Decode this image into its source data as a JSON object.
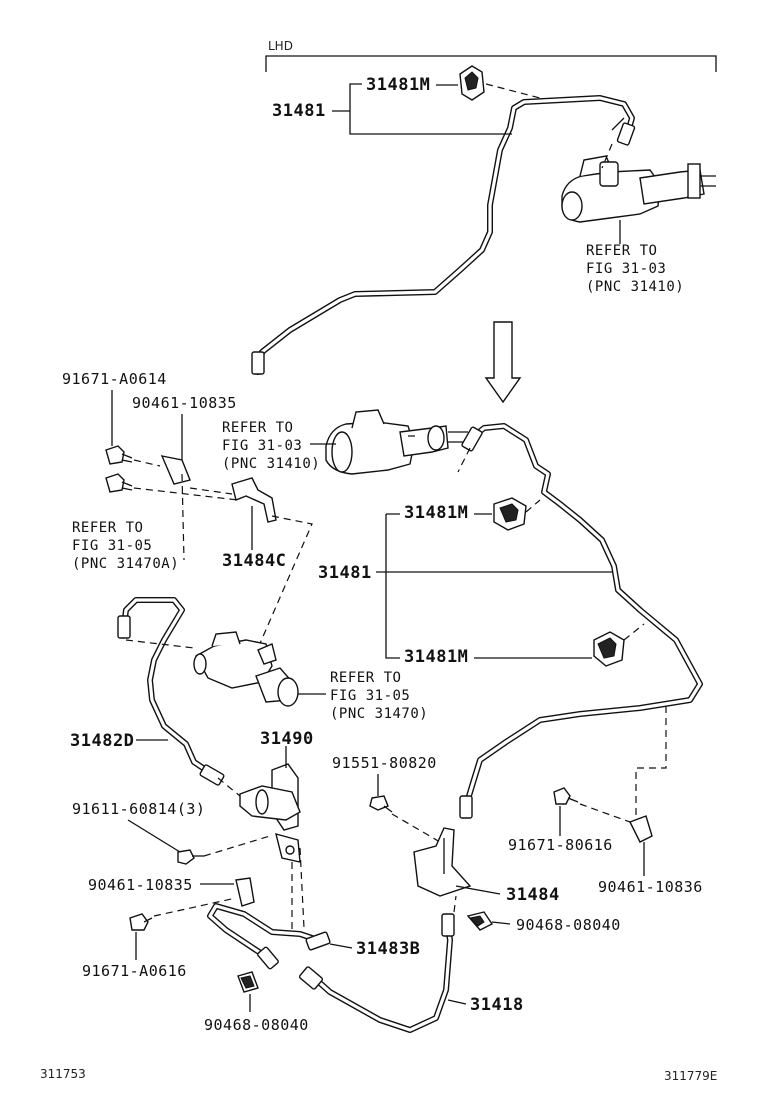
{
  "diagram": {
    "variant_label": "LHD",
    "footer_left": "311753",
    "footer_right": "311779E",
    "callouts": {
      "p31481M_top": "31481M",
      "p31481_top": "31481",
      "p31481M_mid1": "31481M",
      "p31481_mid": "31481",
      "p31481M_mid2": "31481M",
      "p91671_A0614": "91671-A0614",
      "p90461_10835_top": "90461-10835",
      "p31484C": "31484C",
      "p31482D": "31482D",
      "p31490": "31490",
      "p91551_80820": "91551-80820",
      "p91611_60814": "91611-60814(3)",
      "p91671_80616": "91671-80616",
      "p90461_10836": "90461-10836",
      "p90461_10835_bot": "90461-10835",
      "p31484": "31484",
      "p90468_08040_right": "90468-08040",
      "p91671_A0616": "91671-A0616",
      "p31483B": "31483B",
      "p31418": "31418",
      "p90468_08040_bot": "90468-08040"
    },
    "references": {
      "ref_top": [
        "REFER TO",
        "FIG 31-03",
        "(PNC 31410)"
      ],
      "ref_mid": [
        "REFER TO",
        "FIG 31-03",
        "(PNC 31410)"
      ],
      "ref_left": [
        "REFER TO",
        "FIG 31-05",
        "(PNC 31470A)"
      ],
      "ref_cyl": [
        "REFER TO",
        "FIG 31-05",
        "(PNC 31470)"
      ]
    }
  }
}
